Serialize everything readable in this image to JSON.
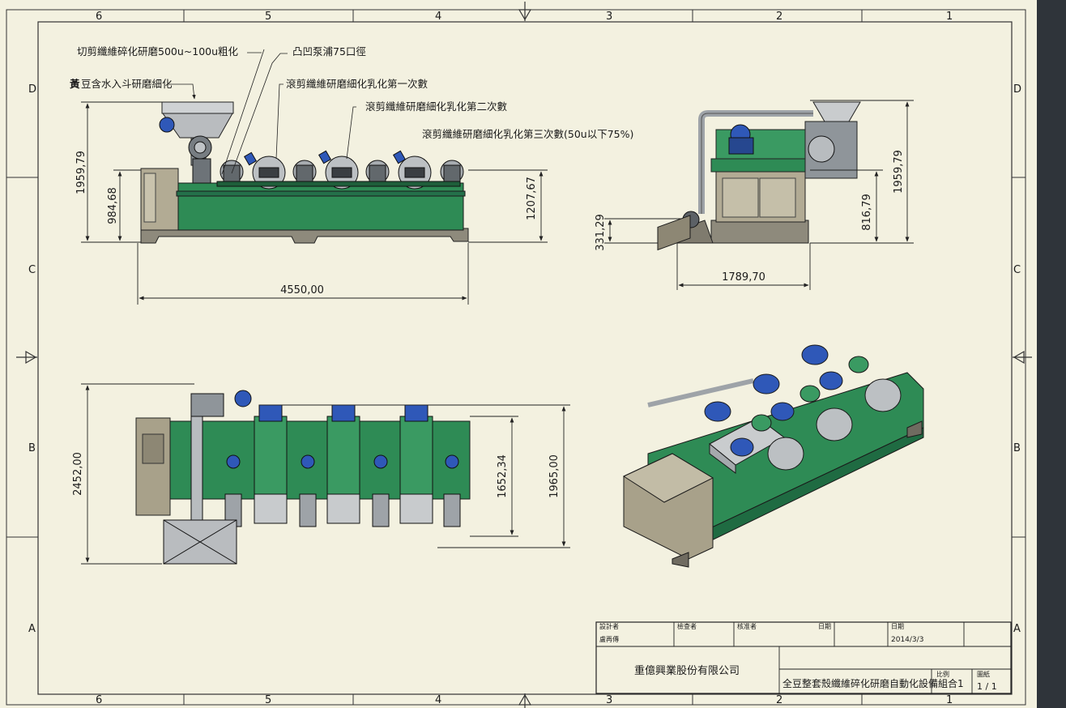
{
  "zones": {
    "columns": [
      "6",
      "5",
      "4",
      "3",
      "2",
      "1"
    ],
    "rows": [
      "D",
      "C",
      "B",
      "A"
    ]
  },
  "annotations": {
    "cutting": "切剪纖維碎化研磨500u~100u粗化",
    "pump": "凸凹泵浦75口徑",
    "hopper_bold": "黃",
    "hopper": "豆含水入斗研磨細化",
    "stage1": "滾剪纖維研磨細化乳化第一次數",
    "stage2": "滾剪纖維研磨細化乳化第二次數",
    "stage3": "滾剪纖維研磨細化乳化第三次數(50u以下75%)"
  },
  "dimensions": {
    "front_total_height": "1959,79",
    "front_base_height": "984,68",
    "front_right_height": "1207,67",
    "front_length": "4550,00",
    "side_total_height": "1959,79",
    "side_mid_height": "816,79",
    "side_low_height": "331,29",
    "side_width": "1789,70",
    "top_depth": "2452,00",
    "top_inner": "1652,34",
    "top_outer": "1965,00"
  },
  "title_block": {
    "designer_label": "設計者",
    "designer": "盧再傳",
    "checker_label": "檢查者",
    "approver_label": "核准者",
    "date_label": "日期",
    "date_label2": "日期",
    "date": "2014/3/3",
    "company": "重億興業股份有限公司",
    "drawing_title": "全豆整套殼纖維碎化研磨自動化設備組合1",
    "scale_label": "比例",
    "sheet_label": "圖紙",
    "sheet": "1 / 1"
  },
  "colors": {
    "paper": "#f3f1e0",
    "frame_green": "#2e8b55",
    "motor_blue": "#2f58b8",
    "steel": "#9ea3a8",
    "cabinet": "#b2ab94"
  }
}
